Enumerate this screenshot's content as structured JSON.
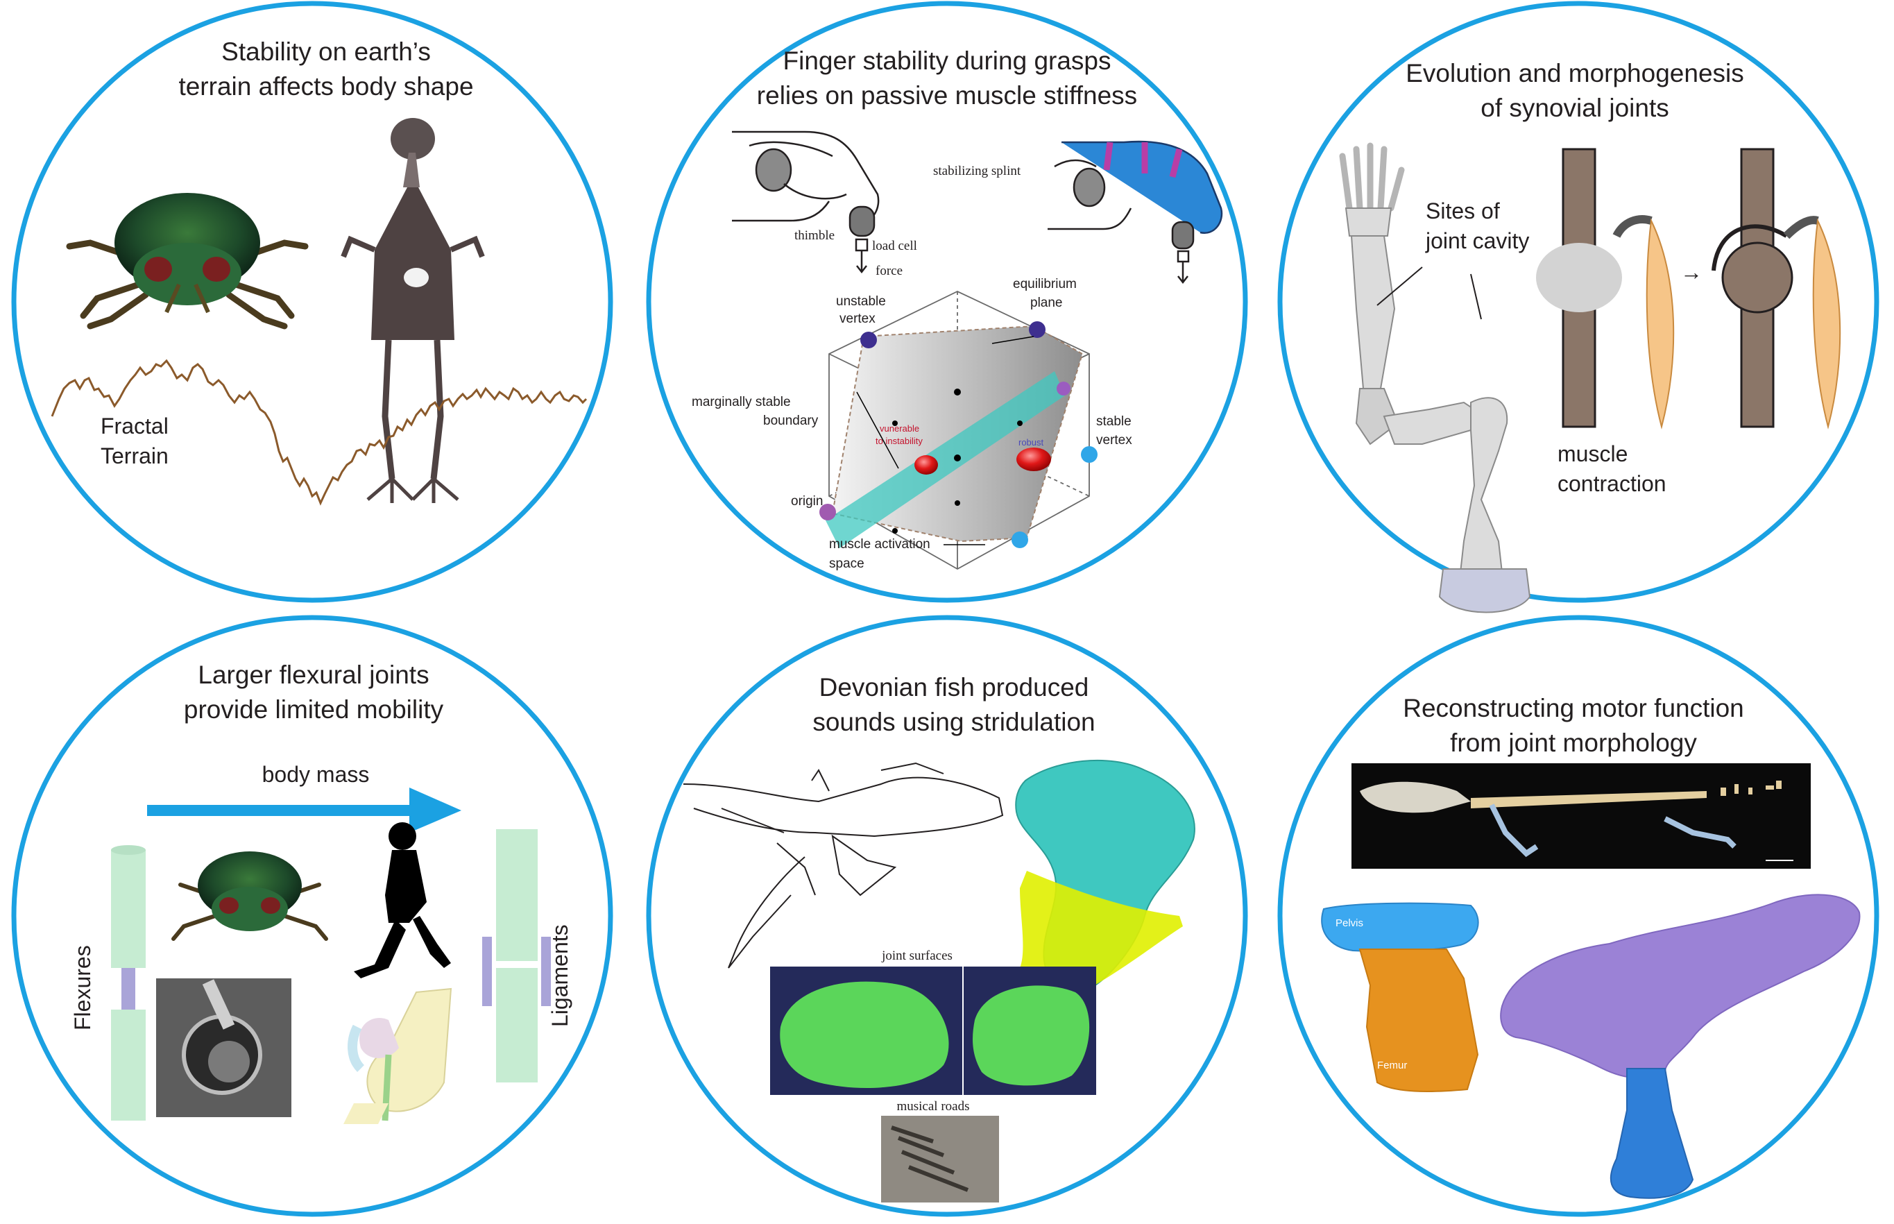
{
  "panels": [
    {
      "id": "terrain",
      "title": [
        "Stability on earth’s",
        "terrain affects body shape"
      ],
      "labels": {
        "fractal": "Fractal",
        "terrain": "Terrain"
      }
    },
    {
      "id": "finger",
      "title": [
        "Finger stability during grasps",
        "relies on passive muscle stiffness"
      ],
      "labels": {
        "thimble": "thimble",
        "load_cell": "load cell",
        "force": "force",
        "splint": "stabilizing splint",
        "unstable": "unstable",
        "vertex1": "vertex",
        "equilibrium": "equilibrium",
        "plane": "plane",
        "marginal": "marginally stable",
        "boundary": "boundary",
        "vulnerable": "vunerable",
        "to_instability": "to instability",
        "robust": "robust",
        "stable": "stable",
        "vertex2": "vertex",
        "origin": "origin",
        "activation": "muscle activation",
        "space": "space"
      }
    },
    {
      "id": "synovial",
      "title": [
        "Evolution and morphogenesis",
        "of synovial joints"
      ],
      "labels": {
        "sites": "Sites of",
        "cavity": "joint cavity",
        "muscle": "muscle",
        "contraction": "contraction",
        "arrow": "→"
      }
    },
    {
      "id": "flexural",
      "title": [
        "Larger flexural joints",
        "provide limited mobility"
      ],
      "labels": {
        "body_mass": "body mass",
        "flexures": "Flexures",
        "ligaments": "Ligaments"
      }
    },
    {
      "id": "fish",
      "title": [
        "Devonian fish produced",
        "sounds using stridulation"
      ],
      "labels": {
        "joint_surfaces": "joint surfaces",
        "musical_roads": "musical roads"
      }
    },
    {
      "id": "motor",
      "title": [
        "Reconstructing motor function",
        "from joint morphology"
      ],
      "labels": {
        "pelvis": "Pelvis",
        "femur": "Femur"
      }
    }
  ],
  "colors": {
    "ring": "#1ba1e2",
    "arrow": "#1ba1e2",
    "terrain_line": "#8b5a2b",
    "teal": "#3fc8c0",
    "purple": "#9b82d6",
    "orange": "#e6921f",
    "blue_bone": "#2f7fd8",
    "yellow": "#e0f000",
    "green_light": "#c6ecd2",
    "lavender": "#a9a4d8"
  }
}
